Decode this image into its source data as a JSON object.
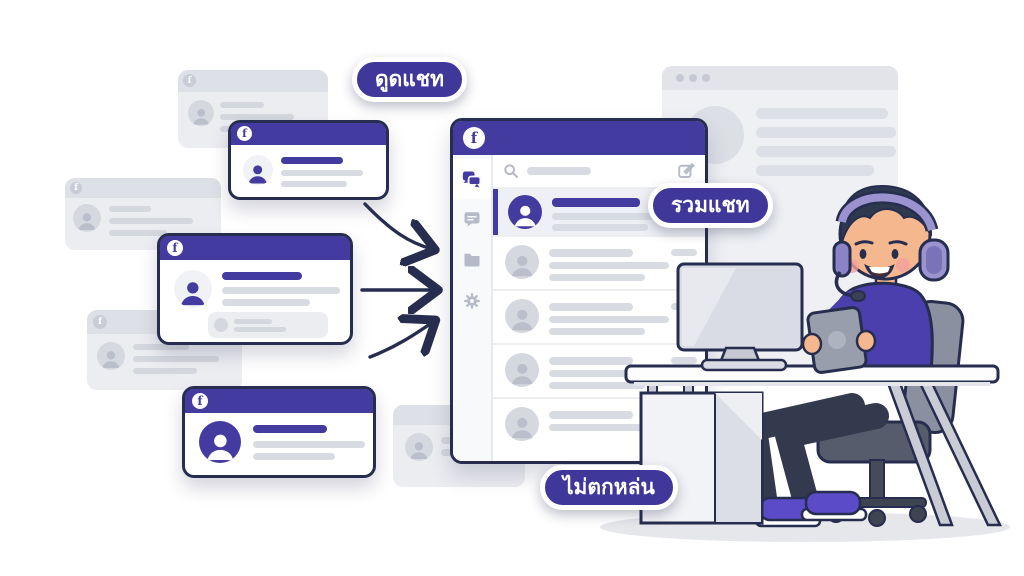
{
  "labels": {
    "pill_top": "ดูดแชท",
    "pill_middle": "รวมแชท",
    "pill_bottom": "ไม่ตกหล่น"
  },
  "icons": {
    "facebook": "f"
  },
  "colors": {
    "primary_purple": "#433B9F",
    "outline_navy": "#272D4E",
    "headphone_lavender": "#9A93CF",
    "ghost_gray": "#ECEDF1",
    "placeholder_gray": "#D9DBE2",
    "skin": "#F5B78E",
    "shirt_purple": "#4A3FAD",
    "window_gray": "#EEF0F4"
  }
}
